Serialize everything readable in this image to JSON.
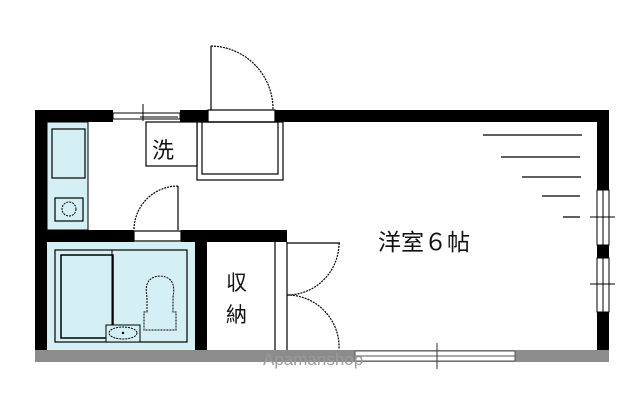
{
  "floorplan": {
    "rooms": {
      "western_room": "洋室６帖",
      "storage_line1": "収",
      "storage_line2": "納",
      "washer": "洗"
    },
    "watermark": "Apamanshop",
    "colors": {
      "wall": "#000000",
      "fixture_fill": "#d4f0f4",
      "balcony_band": "#8c8c8c"
    }
  }
}
